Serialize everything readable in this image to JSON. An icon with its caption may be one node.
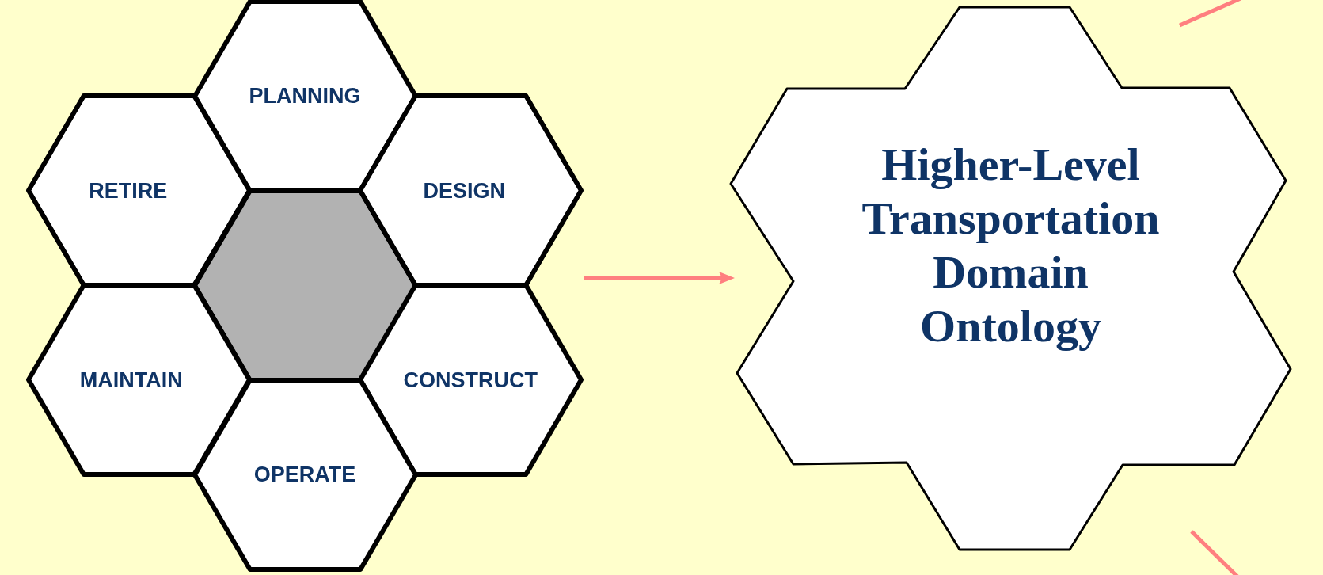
{
  "diagram": {
    "nodes": [
      {
        "text": [],
        "shape": "hexagon"
      },
      {
        "text": [
          "PLANNING"
        ]
      },
      {
        "text": [
          "DESIGN"
        ]
      },
      {
        "text": [
          "CONSTRUCT"
        ]
      },
      {
        "text": [
          "OPERATE"
        ]
      },
      {
        "text": [
          "MAINTAIN"
        ]
      },
      {
        "text": [
          "RETIRE"
        ]
      },
      {
        "text": [
          "Higher-Level Transportation Domain Ontology"
        ]
      }
    ],
    "edges": [
      {
        "from": null,
        "to": 7,
        "arrow": "to"
      }
    ]
  }
}
